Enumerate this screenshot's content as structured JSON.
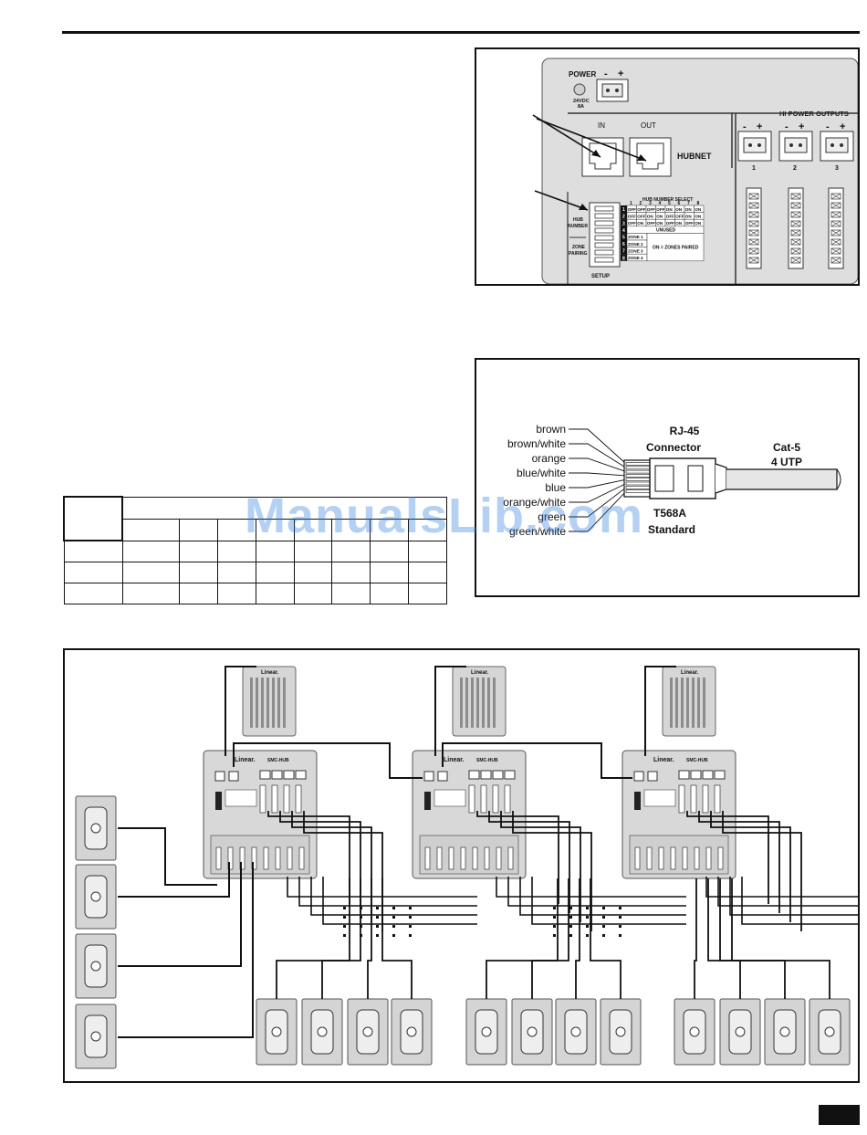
{
  "watermark": "ManualsLib.com",
  "hub_panel": {
    "power_label": "POWER",
    "power_minus": "-",
    "power_plus": "+",
    "power_rating_1": "24VDC",
    "power_rating_2": "8A",
    "hi_power_outputs": "HI POWER OUTPUTS",
    "in_label": "IN",
    "out_label": "OUT",
    "hubnet_label": "HUBNET",
    "hub_number_label_1": "HUB",
    "hub_number_label_2": "NUMBER",
    "zone_pairing_label_1": "ZONE",
    "zone_pairing_label_2": "PAIRING",
    "setup_label": "SETUP",
    "hub_number_select": "HUB NUMBER SELECT",
    "select_cols": [
      "1",
      "2",
      "3",
      "4",
      "5",
      "6",
      "7",
      "8"
    ],
    "select_rows": [
      [
        "OFF",
        "OFF",
        "OFF",
        "OFF",
        "ON",
        "ON",
        "ON",
        "ON"
      ],
      [
        "OFF",
        "OFF",
        "ON",
        "ON",
        "OFF",
        "OFF",
        "ON",
        "ON"
      ],
      [
        "OFF",
        "ON",
        "OFF",
        "ON",
        "OFF",
        "ON",
        "OFF",
        "ON"
      ]
    ],
    "unused_label": "UNUSED",
    "zone_labels": [
      "ZONE 1",
      "ZONE 2",
      "ZONE 3",
      "ZONE 4"
    ],
    "zones_paired_note": "ON = ZONES PAIRED",
    "output_numbers": [
      "1",
      "2",
      "3"
    ]
  },
  "rj45_panel": {
    "wires": [
      "brown",
      "brown/white",
      "orange",
      "blue/white",
      "blue",
      "orange/white",
      "green",
      "green/white"
    ],
    "connector_title_1": "RJ-45",
    "connector_title_2": "Connector",
    "cable_title_1": "Cat-5",
    "cable_title_2": "4 UTP",
    "standard_1": "T568A",
    "standard_2": "Standard"
  },
  "wiring_diagram": {
    "brand": "Linear.",
    "model": "SMC-HUB"
  }
}
